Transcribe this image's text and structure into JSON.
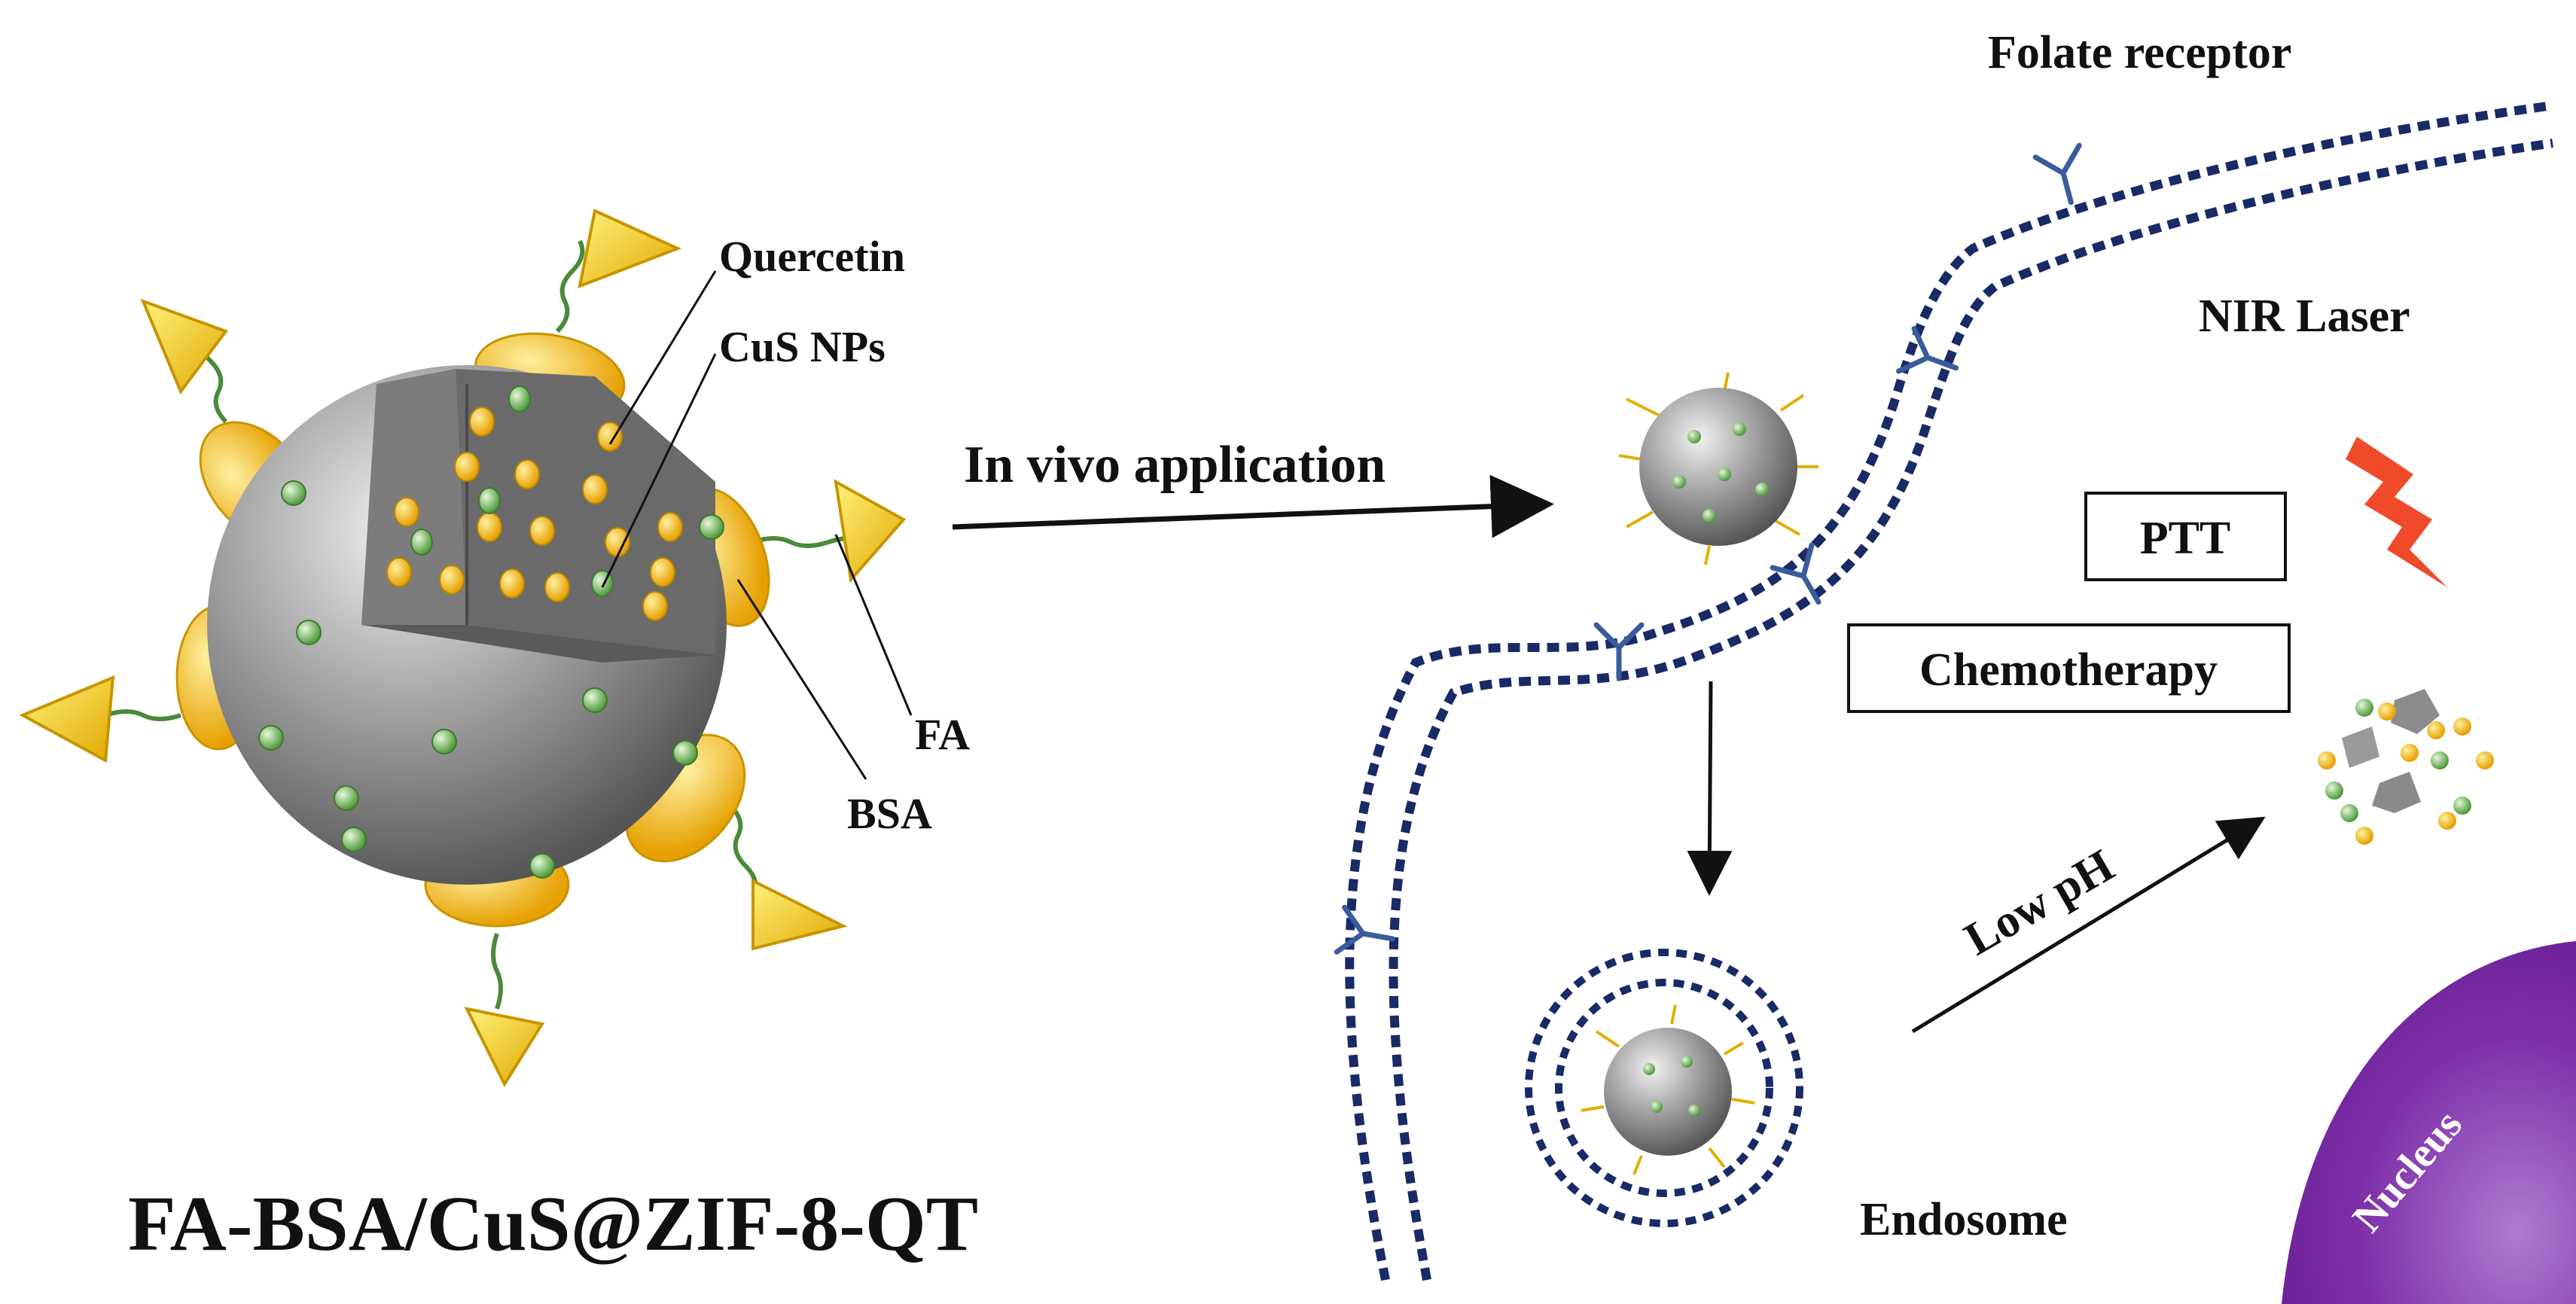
{
  "labels": {
    "quercetin": "Quercetin",
    "cus_nps": "CuS NPs",
    "fa": "FA",
    "bsa": "BSA",
    "compound": "FA-BSA/CuS@ZIF-8-QT",
    "in_vivo": "In vivo application",
    "folate_receptor": "Folate receptor",
    "nir_laser": "NIR Laser",
    "ptt": "PTT",
    "chemotherapy": "Chemotherapy",
    "low_ph": "Low pH",
    "endosome": "Endosome",
    "nucleus": "Nucleus"
  },
  "colors": {
    "membrane": "#1a2a66",
    "receptor": "#3a5c9c",
    "sphere": "#9a9a9a",
    "cargo_yellow": "#f2b705",
    "cargo_green": "#7fbf6a",
    "ligand": "#f5c000",
    "laser": "#f04a2a",
    "nucleus": "#7a2aa8"
  },
  "icons": [
    "nanoparticle-icon",
    "folate-receptor-icon",
    "laser-bolt-icon"
  ]
}
